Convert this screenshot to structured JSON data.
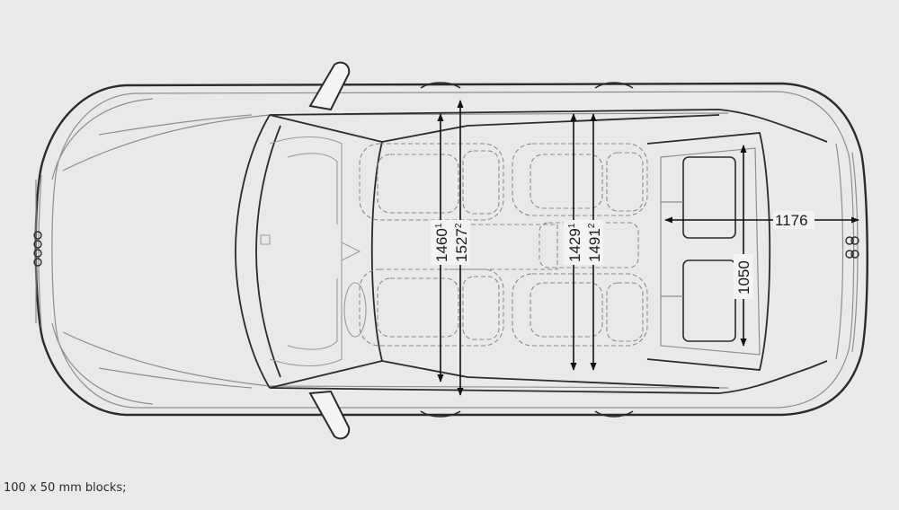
{
  "diagram": {
    "title": "",
    "colors": {
      "background": "#e9e9e7",
      "outline": "#2b2b2b",
      "detail": "#8e8e8e",
      "dimension": "#111111"
    },
    "dimensions": [
      {
        "id": "front-width-1",
        "value": "1460",
        "note": "1"
      },
      {
        "id": "front-width-2",
        "value": "1527",
        "note": "2"
      },
      {
        "id": "rear-width-1",
        "value": "1429",
        "note": "1"
      },
      {
        "id": "rear-width-2",
        "value": "1491",
        "note": "2"
      },
      {
        "id": "cargo-length",
        "value": "1176",
        "note": ""
      },
      {
        "id": "cargo-width",
        "value": "1050",
        "note": ""
      }
    ]
  },
  "footer": {
    "caption": "100 x 50 mm blocks;"
  }
}
